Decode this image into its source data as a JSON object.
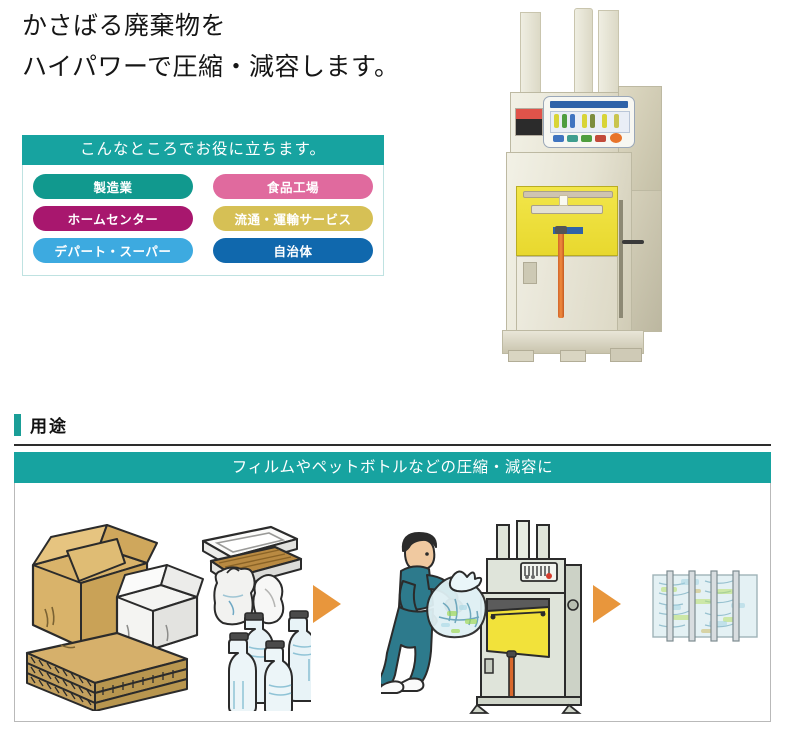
{
  "headline": {
    "line1": "かさばる廃棄物を",
    "line2": "ハイパワーで圧縮・減容します。"
  },
  "usecard": {
    "header": "こんなところでお役に立ちます。",
    "pills": [
      {
        "label": "製造業",
        "color": "#11998e"
      },
      {
        "label": "食品工場",
        "color": "#e06a9e"
      },
      {
        "label": "ホームセンター",
        "color": "#a8176e"
      },
      {
        "label": "流通・運輸サービス",
        "color": "#d6c055"
      },
      {
        "label": "デパート・スーパー",
        "color": "#3daae0"
      },
      {
        "label": "自治体",
        "color": "#1068ad"
      }
    ]
  },
  "section": {
    "title": "用途",
    "accent_color": "#1a9e97"
  },
  "panel": {
    "header": "フィルムやペットボトルなどの圧縮・減容に",
    "header_color": "#17a3a0",
    "arrow_color": "#e8963c",
    "items": {
      "input": "段ボール・トレー・ポリ袋・ペットボトル",
      "process": "作業者が廃棄物を圧縮機へ投入",
      "output": "圧縮されたベール"
    }
  },
  "photo": {
    "alt": "縦型圧縮梱包機",
    "body_color": "#e6e3d2",
    "door_color": "#f2e64a",
    "rod_color": "#e07a2c"
  }
}
